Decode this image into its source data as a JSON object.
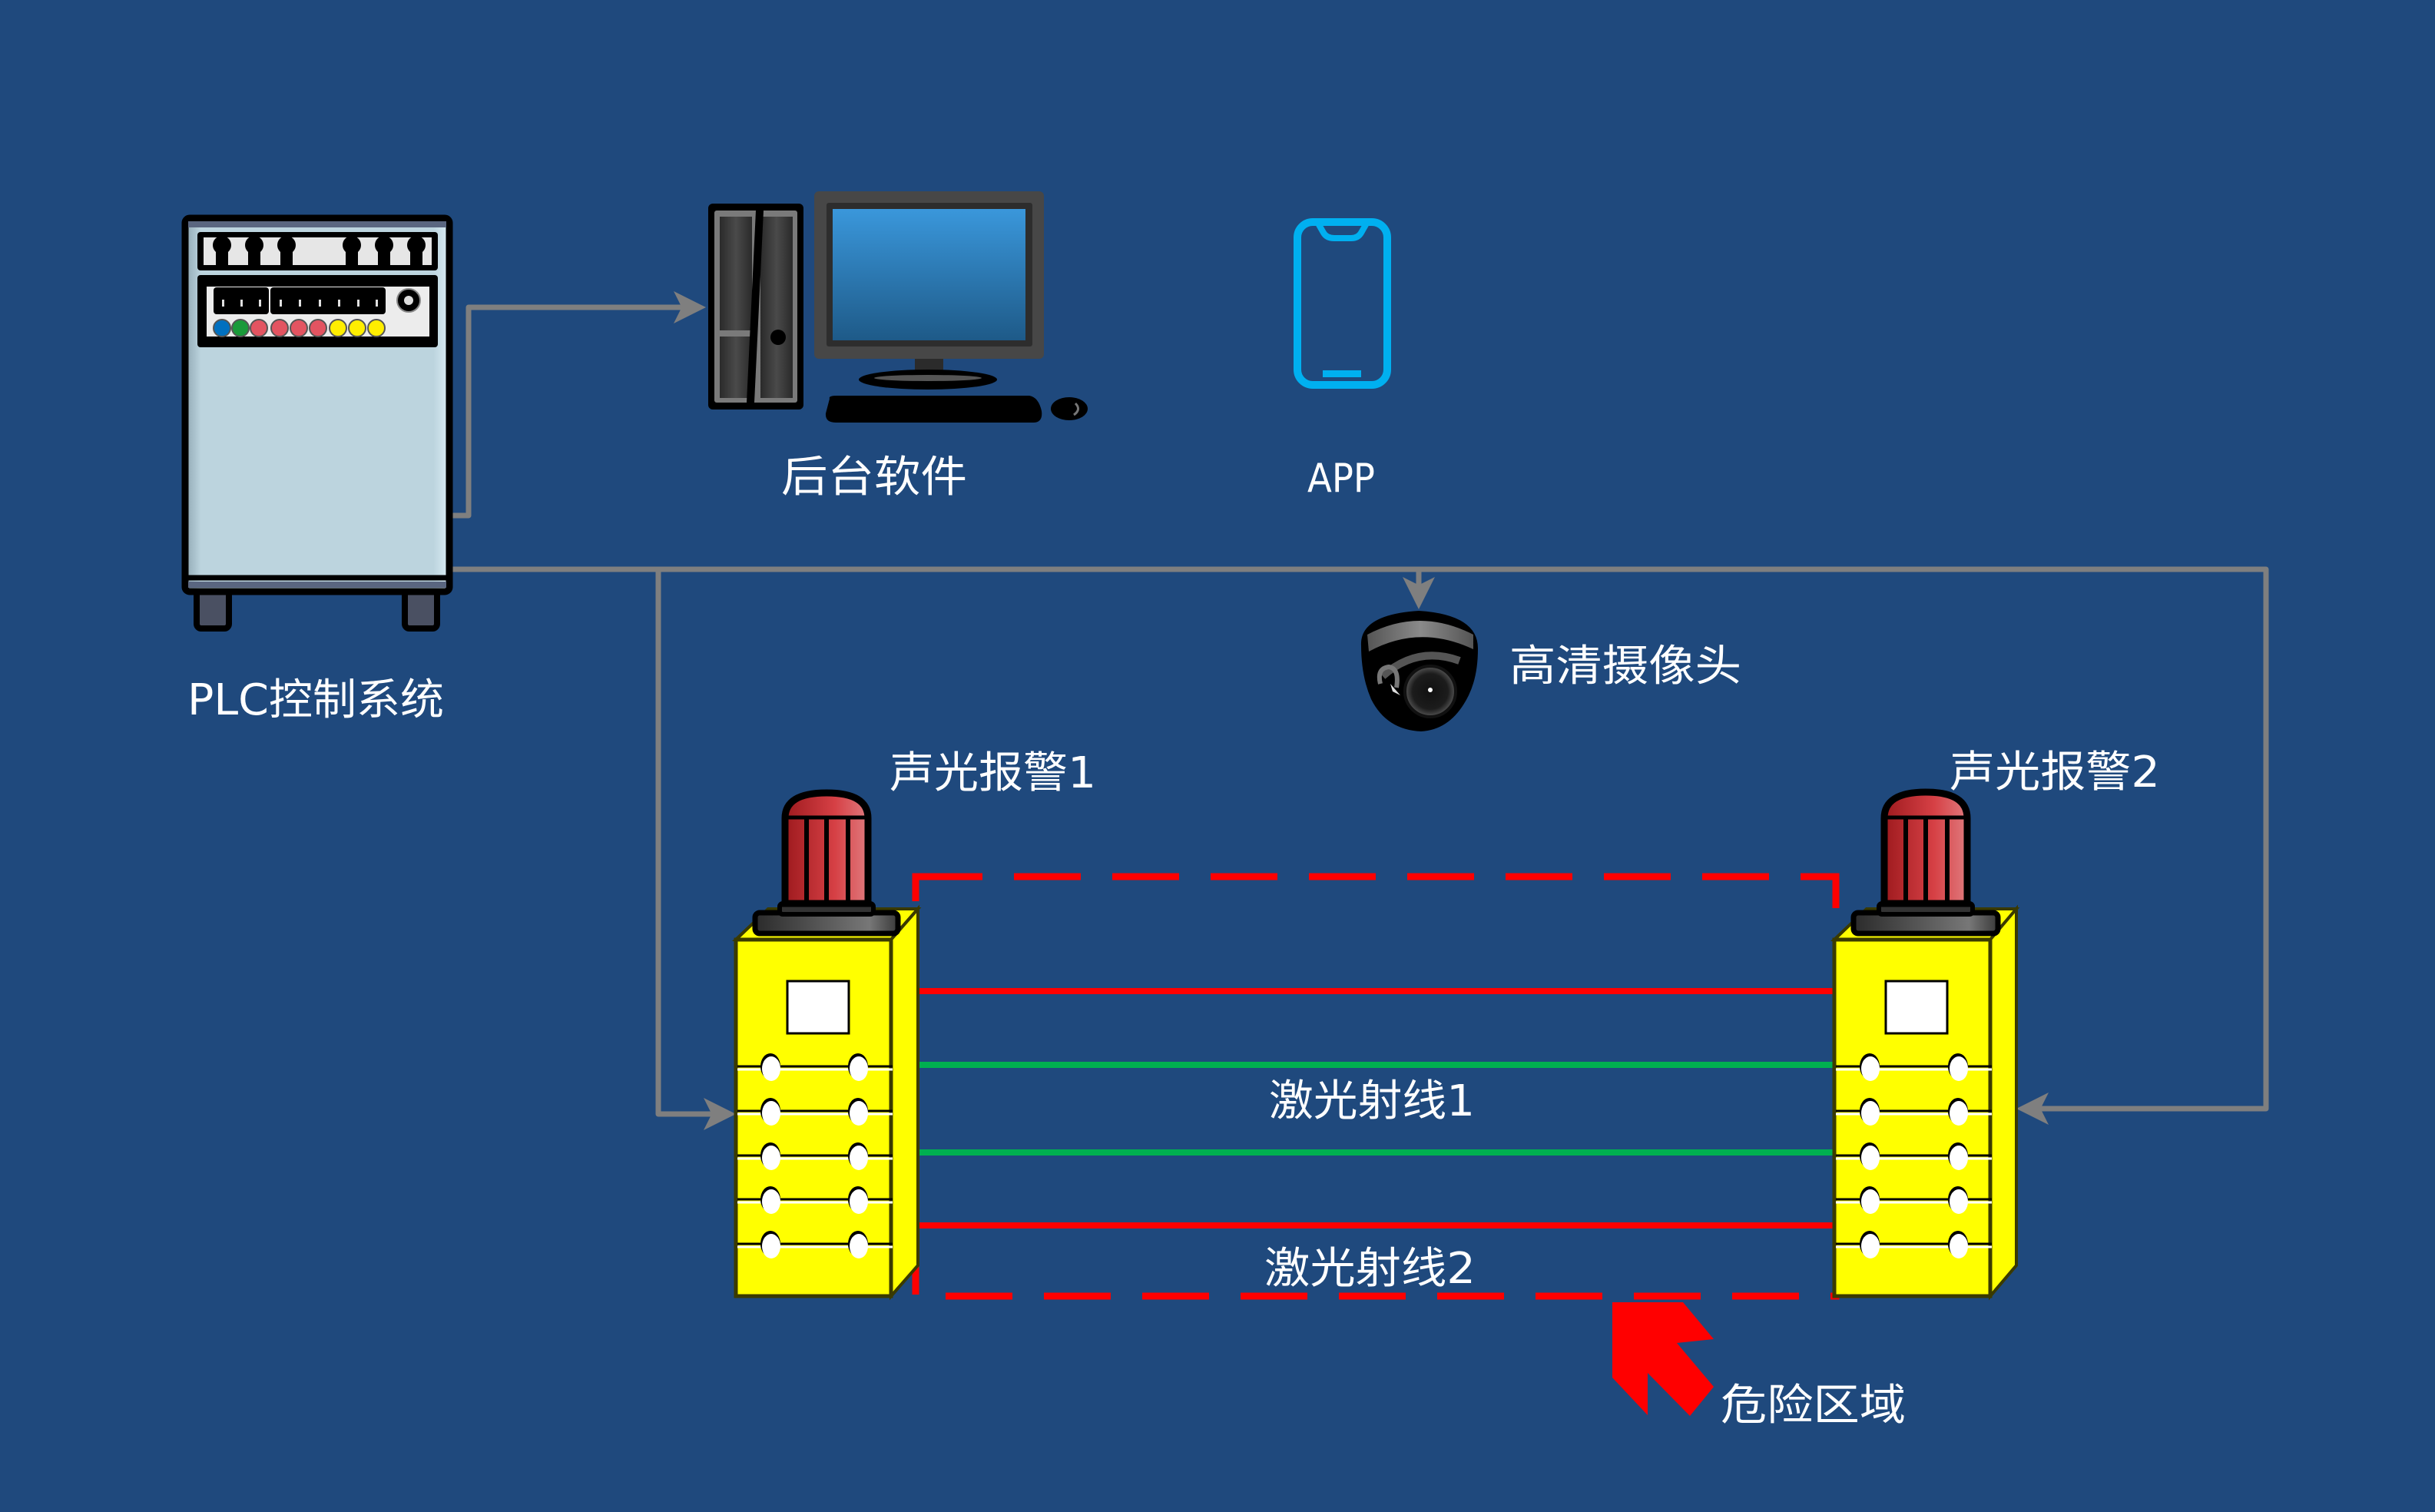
{
  "labels": {
    "plc": "PLC控制系统",
    "backend": "后台软件",
    "app": "APP",
    "camera": "高清摄像头",
    "alarm1": "声光报警1",
    "alarm2": "声光报警2",
    "laser1": "激光射线1",
    "laser2": "激光射线2",
    "danger_zone": "危险区域"
  },
  "icons": {
    "plc": "plc-cabinet-icon",
    "backend": "desktop-computer-icon",
    "app": "smartphone-icon",
    "camera": "dome-camera-icon",
    "alarm": "warning-beacon-icon",
    "danger_arrow": "arrow-up-left-icon"
  },
  "colors": {
    "background": "#1f497d",
    "connector": "#7f7f7f",
    "laser_red": "#ff0000",
    "laser_green": "#00b050",
    "detector_box": "#ffff00",
    "phone_outline": "#00b0f0",
    "danger": "#ff0000"
  }
}
